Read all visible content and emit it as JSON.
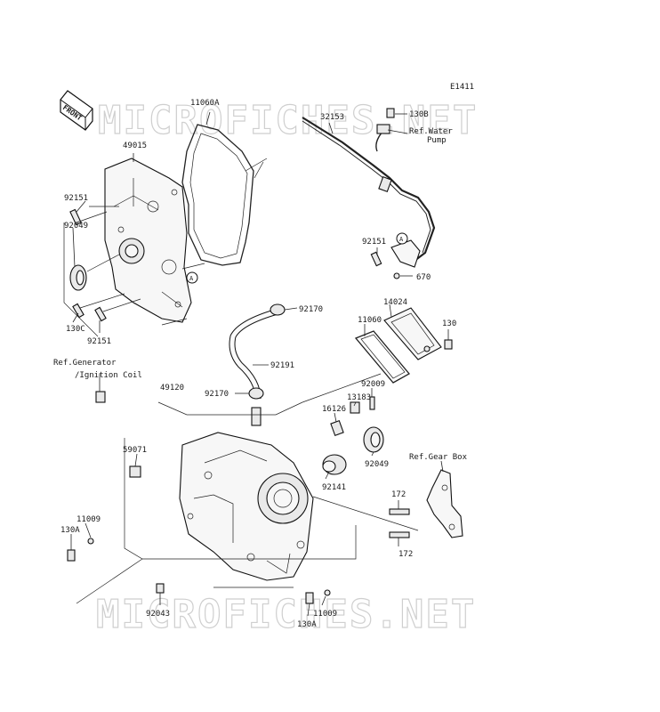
{
  "diagram": {
    "code": "E1411",
    "front_tag": "FRONT",
    "watermark": "MICROFICHES.NET",
    "ref_marker": "A",
    "labels": {
      "l11060A": "11060A",
      "l32153": "32153",
      "l130B": "130B",
      "l49015": "49015",
      "l92151a": "92151",
      "l92049a": "92049",
      "l130C": "130C",
      "l92151b": "92151",
      "l92151c": "92151",
      "l670": "670",
      "l92170a": "92170",
      "l14024": "14024",
      "l11060": "11060",
      "l130": "130",
      "l92191": "92191",
      "l49120": "49120",
      "l92170b": "92170",
      "l13183": "13183",
      "l92009": "92009",
      "l16126": "16126",
      "l59071": "59071",
      "l92049b": "92049",
      "l92141": "92141",
      "l11009a": "11009",
      "l130Aa": "130A",
      "l172a": "172",
      "l172b": "172",
      "l92043": "92043",
      "l11009b": "11009",
      "l130Ab": "130A"
    },
    "refs": {
      "water1": "Ref.Water",
      "water2": "Pump",
      "gen1": "Ref.Generator",
      "gen2": "/Ignition Coil",
      "gear": "Ref.Gear Box"
    }
  }
}
